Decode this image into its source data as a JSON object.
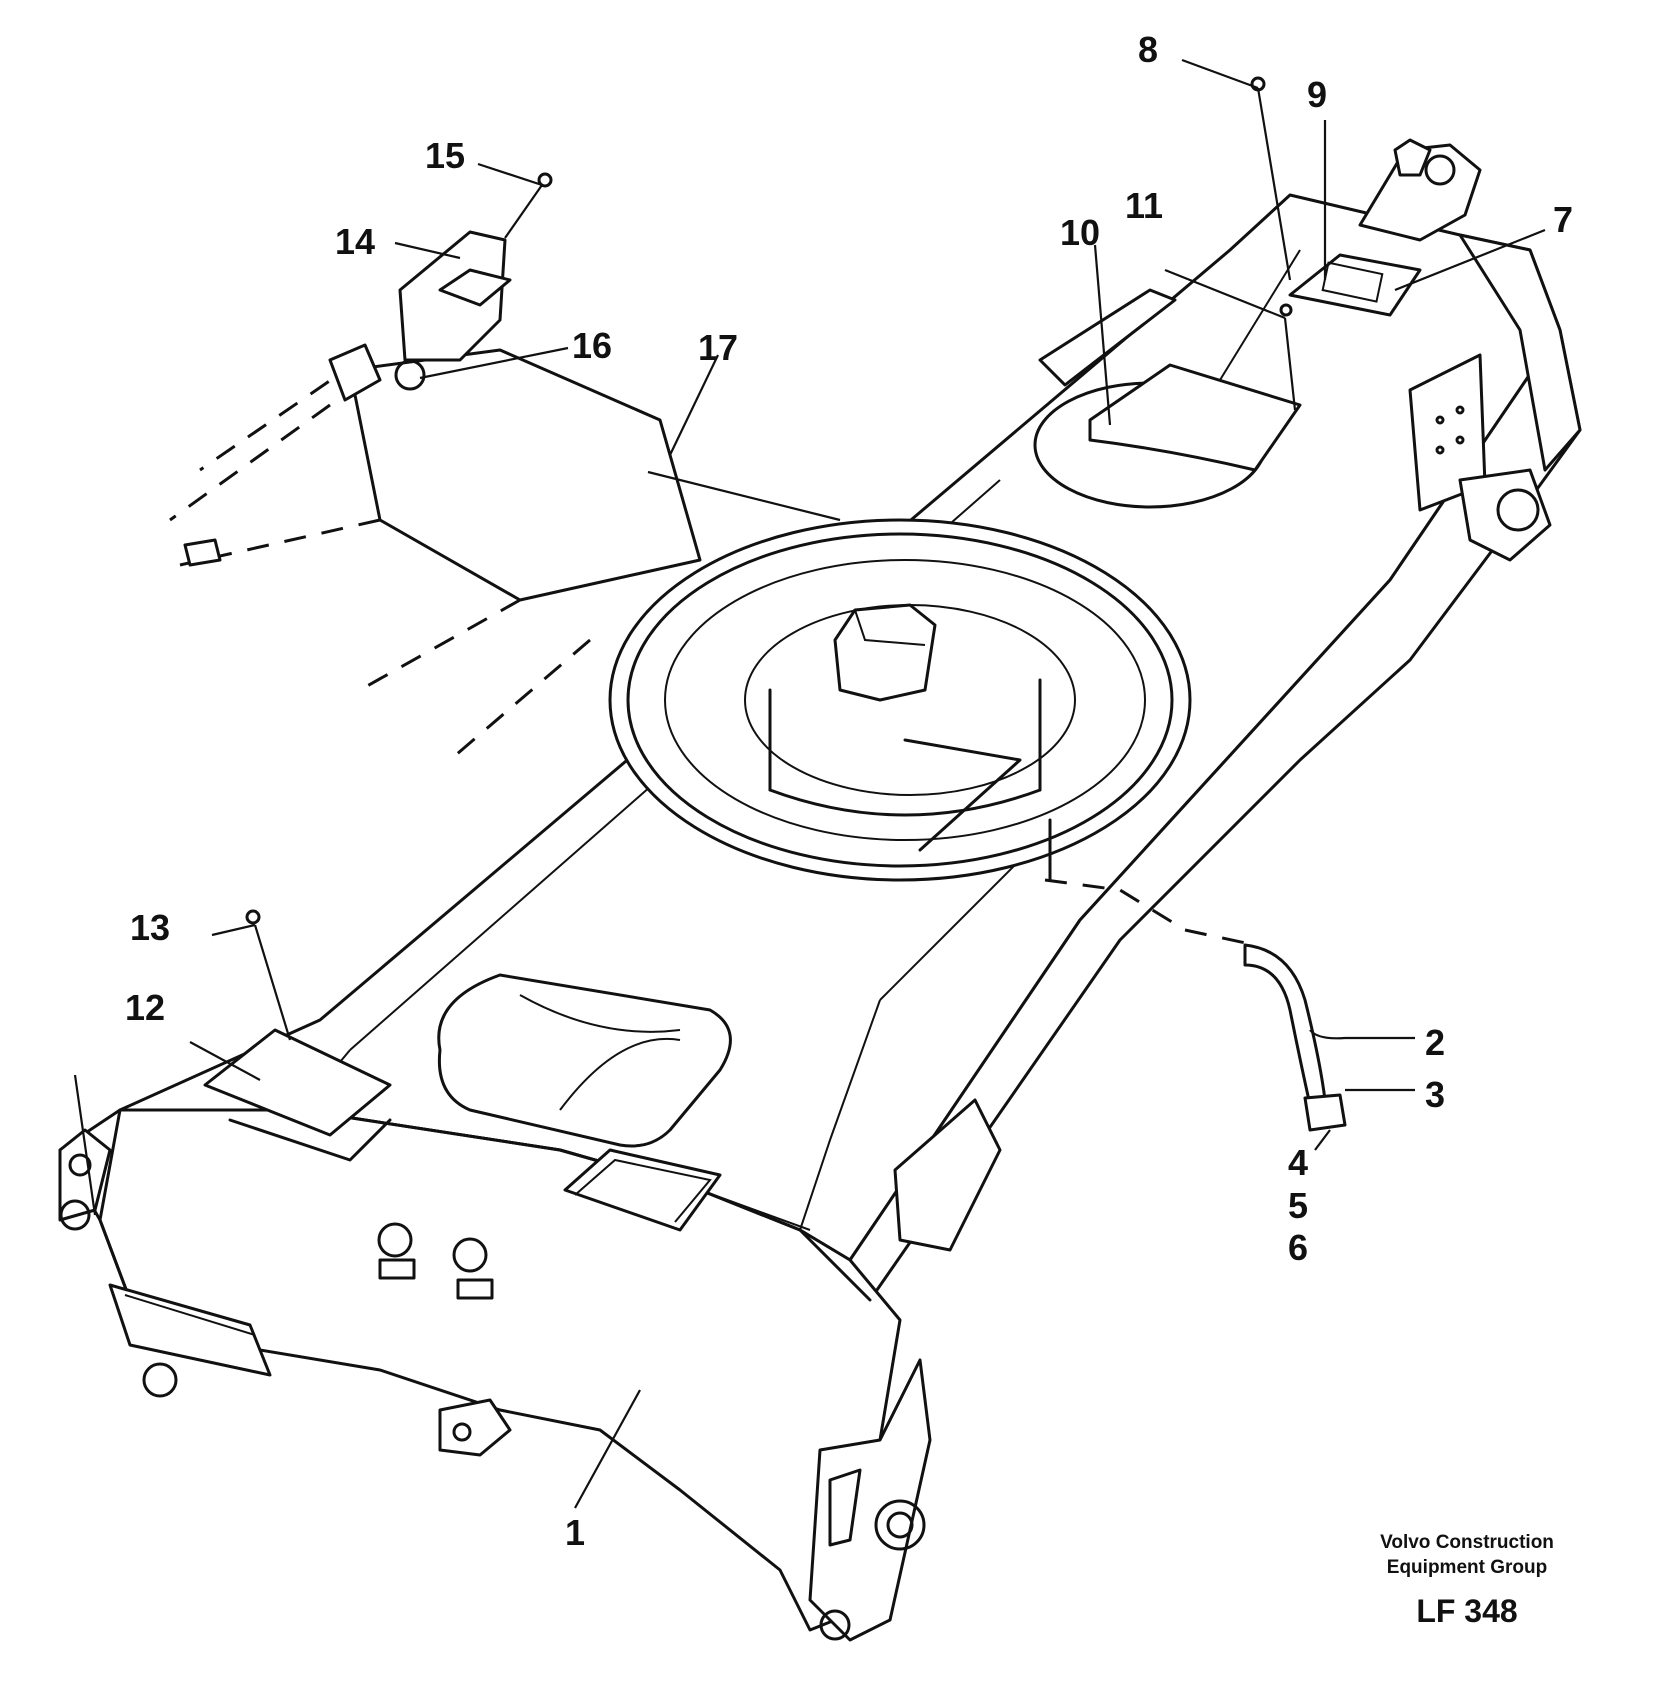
{
  "callouts": [
    {
      "id": "1",
      "text": "1"
    },
    {
      "id": "2",
      "text": "2"
    },
    {
      "id": "3",
      "text": "3"
    },
    {
      "id": "4",
      "text": "4"
    },
    {
      "id": "5",
      "text": "5"
    },
    {
      "id": "6",
      "text": "6"
    },
    {
      "id": "7",
      "text": "7"
    },
    {
      "id": "8",
      "text": "8"
    },
    {
      "id": "9",
      "text": "9"
    },
    {
      "id": "10",
      "text": "10"
    },
    {
      "id": "11",
      "text": "11"
    },
    {
      "id": "12",
      "text": "12"
    },
    {
      "id": "13",
      "text": "13"
    },
    {
      "id": "14",
      "text": "14"
    },
    {
      "id": "15",
      "text": "15"
    },
    {
      "id": "16",
      "text": "16"
    },
    {
      "id": "17",
      "text": "17"
    }
  ],
  "credit": {
    "line1": "Volvo Construction",
    "line2": "Equipment Group",
    "code": "LF 348"
  }
}
